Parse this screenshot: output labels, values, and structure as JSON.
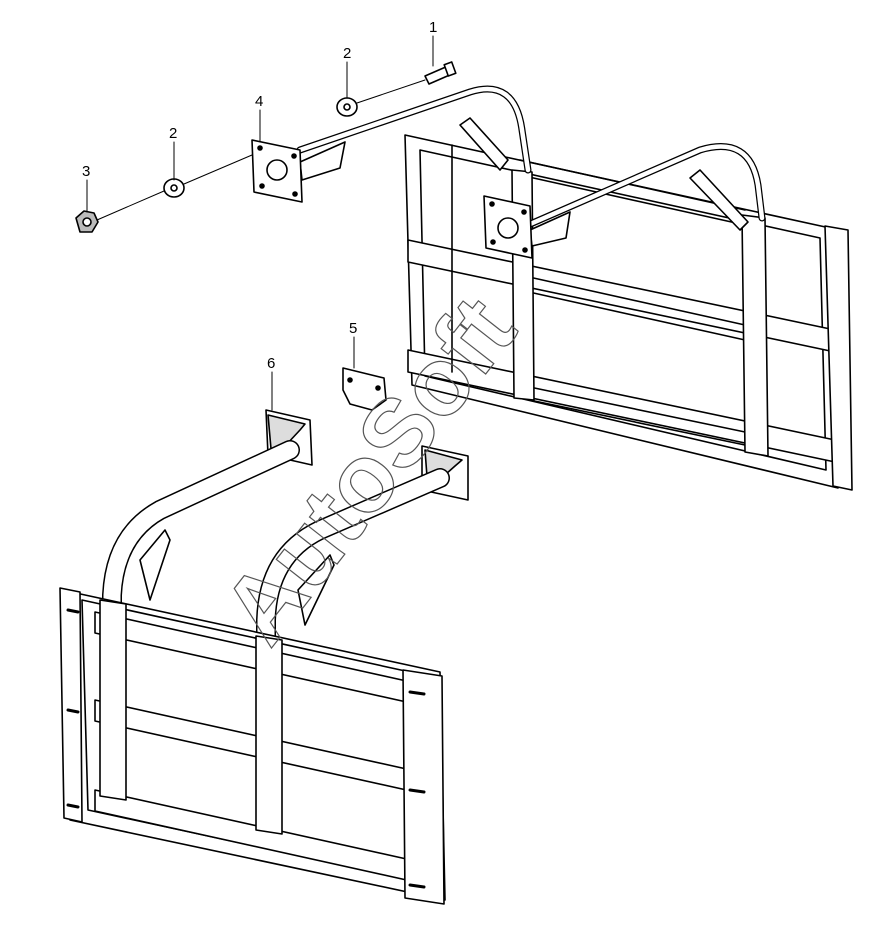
{
  "diagram": {
    "callouts": [
      {
        "id": "1",
        "label": "1"
      },
      {
        "id": "2a",
        "label": "2"
      },
      {
        "id": "2b",
        "label": "2"
      },
      {
        "id": "3",
        "label": "3"
      },
      {
        "id": "4",
        "label": "4"
      },
      {
        "id": "5",
        "label": "5"
      },
      {
        "id": "6",
        "label": "6"
      }
    ],
    "watermark": "AutoSoft"
  }
}
